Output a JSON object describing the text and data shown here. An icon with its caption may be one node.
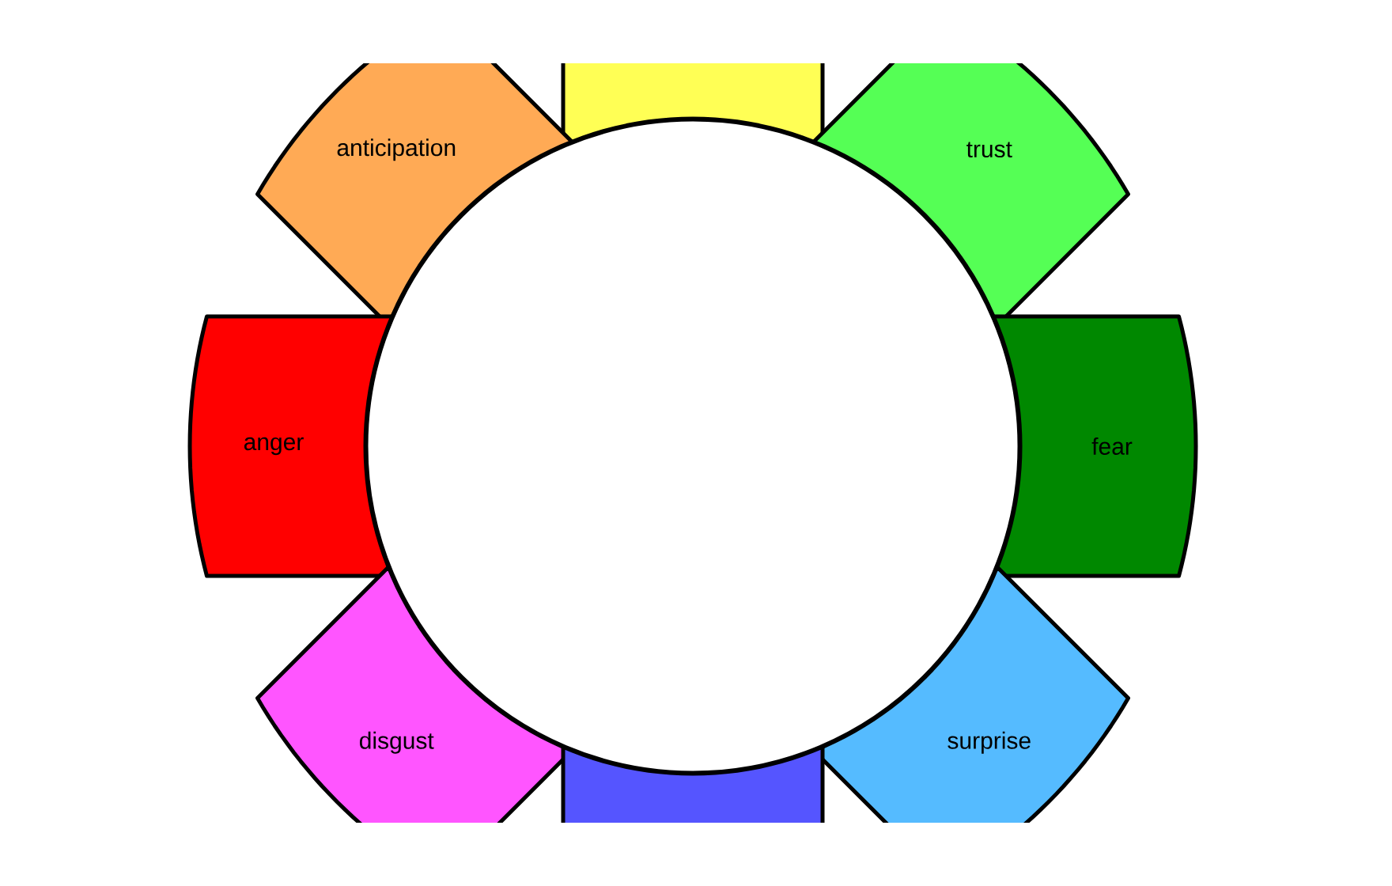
{
  "diagram": {
    "nodes": [
      {
        "text": [],
        "shape": "box"
      },
      {
        "text": [
          "anticipation"
        ]
      },
      {
        "text": [
          "trust"
        ]
      },
      {
        "text": [
          "anger"
        ]
      },
      {
        "text": [
          "fear"
        ]
      },
      {
        "text": [
          "disgust"
        ]
      },
      {
        "text": [
          "surprise"
        ]
      },
      {
        "text": [],
        "shape": "box"
      },
      {
        "text": [],
        "shape": "circle"
      }
    ]
  }
}
